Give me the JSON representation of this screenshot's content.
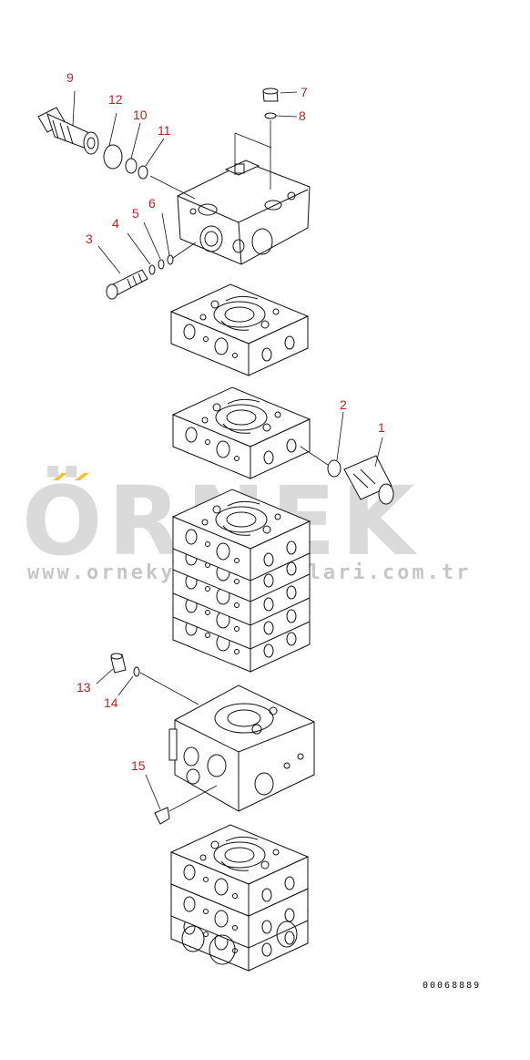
{
  "diagram": {
    "callouts": [
      {
        "id": "c1",
        "label": "1"
      },
      {
        "id": "c2",
        "label": "2"
      },
      {
        "id": "c3",
        "label": "3"
      },
      {
        "id": "c4",
        "label": "4"
      },
      {
        "id": "c5",
        "label": "5"
      },
      {
        "id": "c6",
        "label": "6"
      },
      {
        "id": "c7",
        "label": "7"
      },
      {
        "id": "c8",
        "label": "8"
      },
      {
        "id": "c9",
        "label": "9"
      },
      {
        "id": "c10",
        "label": "10"
      },
      {
        "id": "c11",
        "label": "11"
      },
      {
        "id": "c12",
        "label": "12"
      },
      {
        "id": "c13",
        "label": "13"
      },
      {
        "id": "c14",
        "label": "14"
      },
      {
        "id": "c15",
        "label": "15"
      }
    ],
    "document_number": "00068889",
    "callout_color": "#c81e1e"
  },
  "watermark": {
    "brand": "ÖRNEK",
    "url": "www.ornekyedekparcalari.com.tr",
    "color": "#cfcfcf",
    "accent": "#f2c230"
  }
}
